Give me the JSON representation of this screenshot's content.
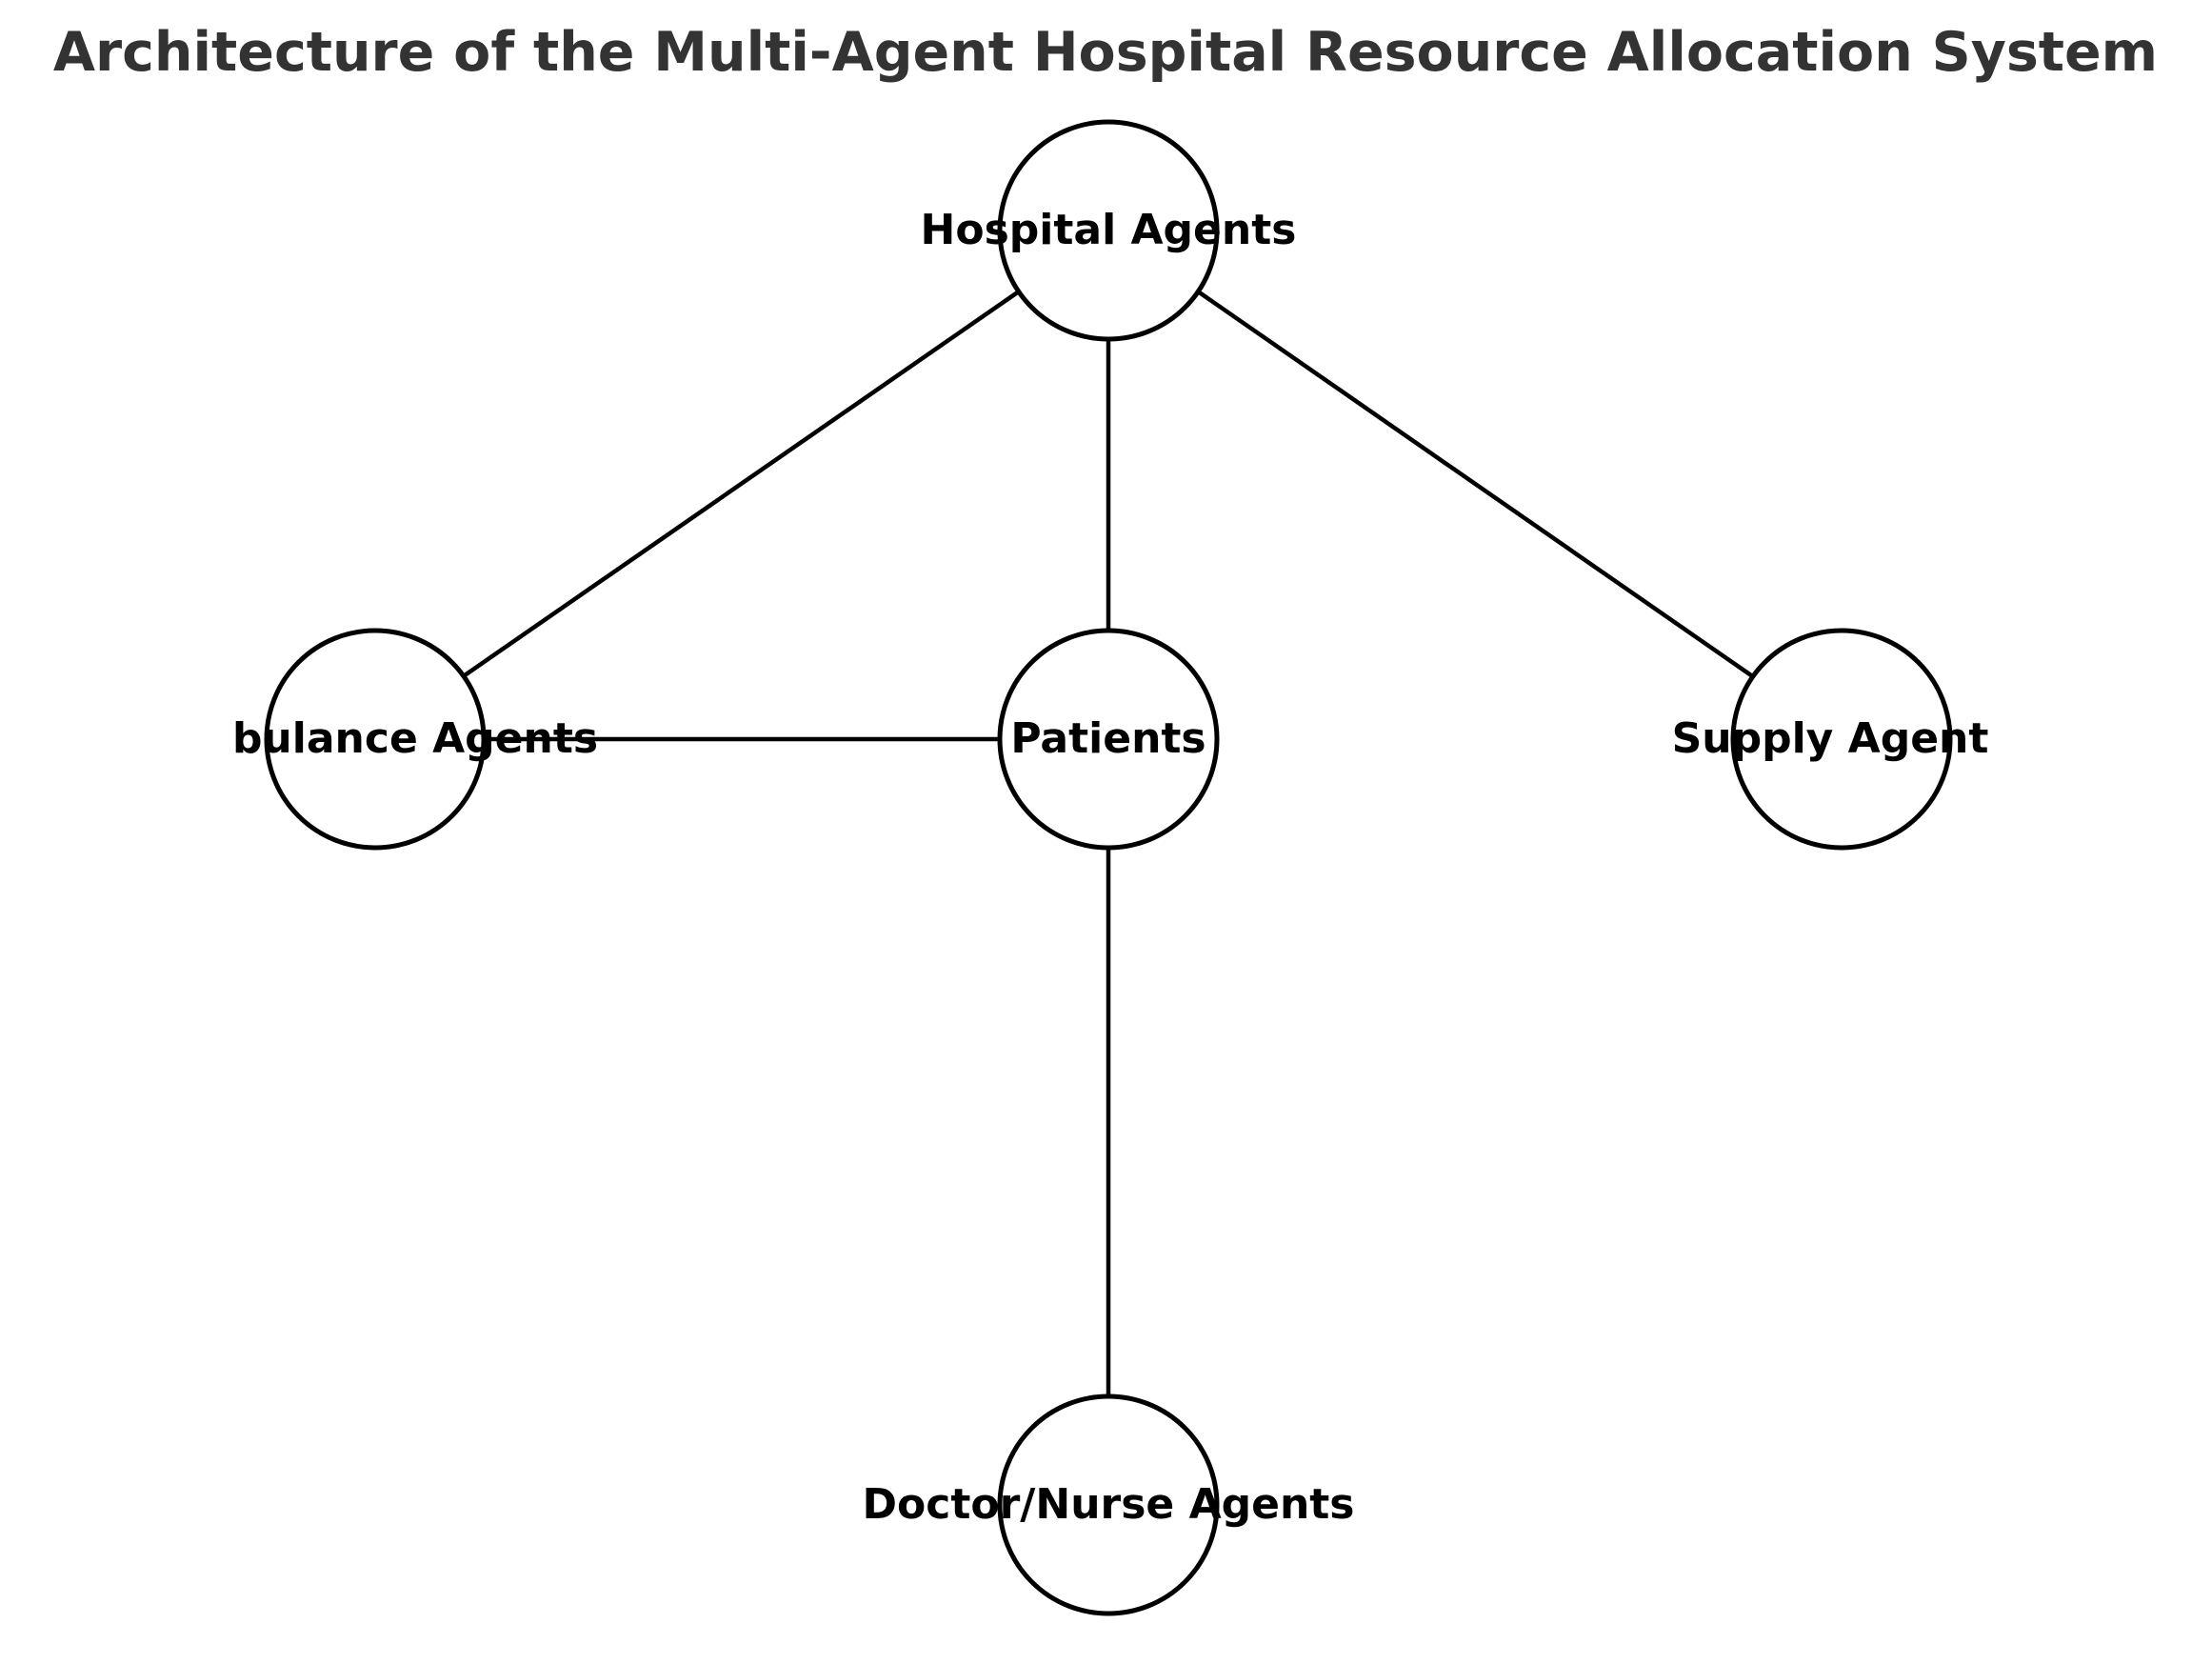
{
  "diagram": {
    "title": "Architecture of the Multi-Agent Hospital Resource Allocation System",
    "colors": {
      "title": "#333333",
      "node_stroke": "#000000",
      "node_fill": "#ffffff",
      "edge": "#000000",
      "label": "#000000"
    },
    "nodes": [
      {
        "id": "hospital",
        "label": "Hospital Agents"
      },
      {
        "id": "ambulance",
        "label": "bulance Agents"
      },
      {
        "id": "patients",
        "label": "Patients"
      },
      {
        "id": "supply",
        "label": "Supply Agent"
      },
      {
        "id": "doctor",
        "label": "Doctor/Nurse Agents"
      }
    ],
    "edges": [
      {
        "from": "hospital",
        "to": "ambulance"
      },
      {
        "from": "hospital",
        "to": "patients"
      },
      {
        "from": "hospital",
        "to": "supply"
      },
      {
        "from": "ambulance",
        "to": "patients"
      },
      {
        "from": "patients",
        "to": "doctor"
      }
    ]
  }
}
